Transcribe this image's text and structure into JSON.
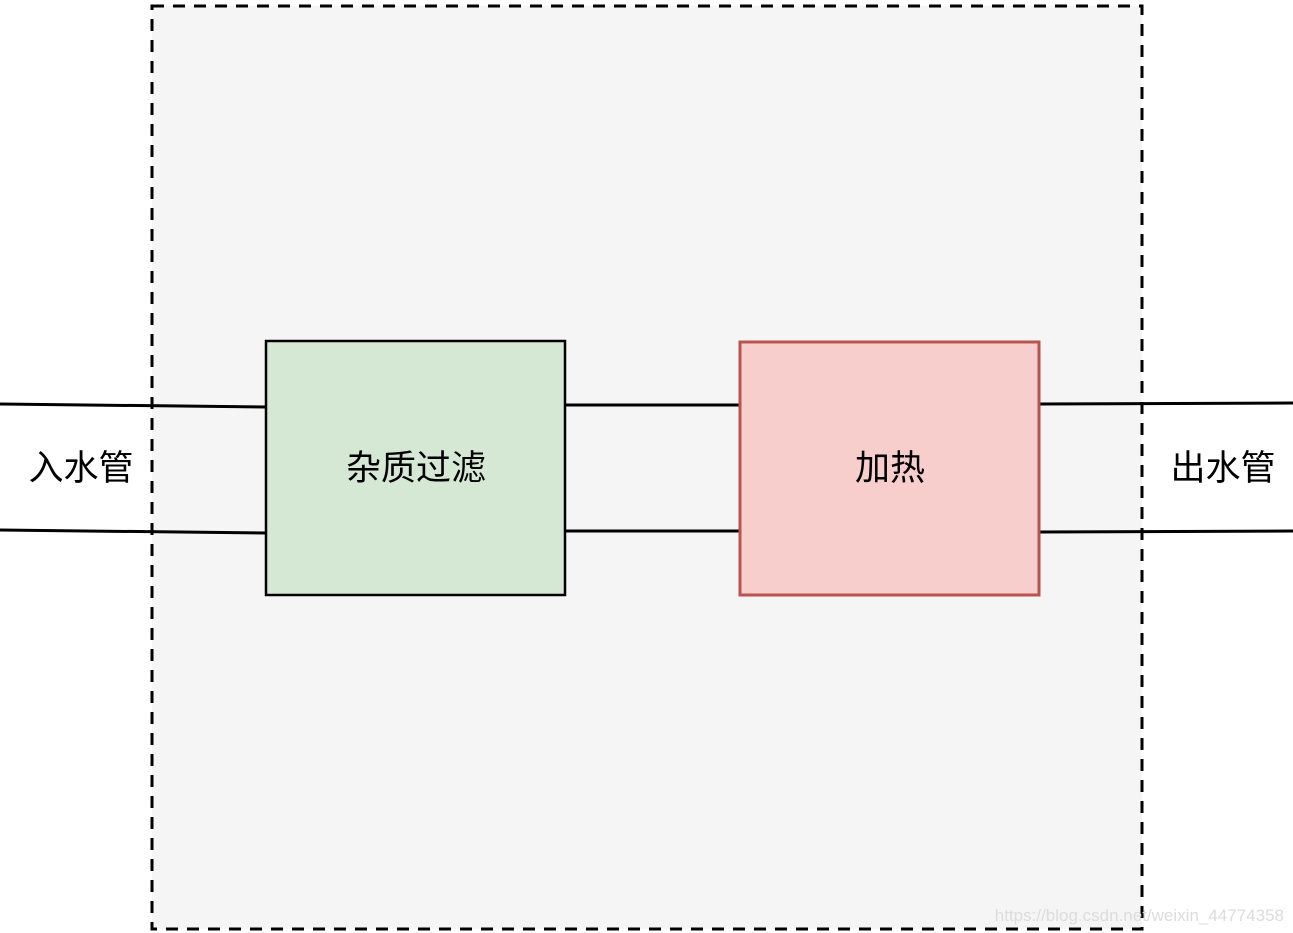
{
  "diagram": {
    "type": "flow-diagram",
    "system_boundary": {
      "fill": "#f5f5f5",
      "stroke": "#000000"
    },
    "pipes": {
      "inlet_label": "入水管",
      "outlet_label": "出水管",
      "line_color": "#000000"
    },
    "nodes": {
      "filter": {
        "label": "杂质过滤",
        "fill": "#d5e8d4",
        "stroke": "#000000"
      },
      "heater": {
        "label": "加热",
        "fill": "#f8cecc",
        "stroke": "#b85450"
      }
    },
    "watermark": {
      "text": "https://blog.csdn.net/weixin_44774358",
      "color": "#dcdcdc"
    }
  }
}
